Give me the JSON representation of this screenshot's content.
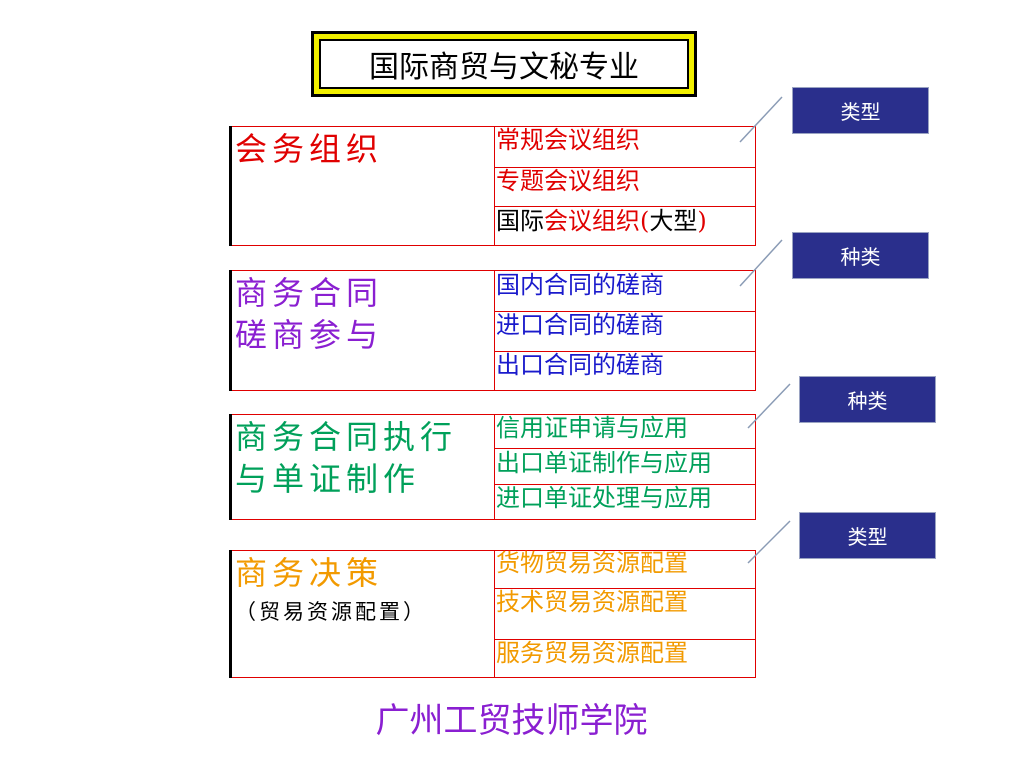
{
  "title": "国际商贸与文秘专业",
  "colors": {
    "red": "#e00000",
    "blue": "#1a1acc",
    "purple": "#8a1fd1",
    "green": "#00a05a",
    "orange": "#f29a00",
    "tag_bg": "#2a2f8c",
    "footer": "#8a1fd1"
  },
  "blocks": [
    {
      "heading_lines": [
        "会务组织"
      ],
      "items": [
        {
          "parts": [
            {
              "text": "常规会议组织",
              "color": "red"
            }
          ]
        },
        {
          "parts": [
            {
              "text": "专题会议组织",
              "color": "red"
            }
          ]
        },
        {
          "parts": [
            {
              "text": "国际",
              "color": "black"
            },
            {
              "text": "会议组织",
              "color": "red"
            },
            {
              "text": "(",
              "color": "red"
            },
            {
              "text": "大型",
              "color": "black"
            },
            {
              "text": ")",
              "color": "red"
            }
          ]
        }
      ]
    },
    {
      "heading_lines": [
        "商务合同",
        "磋商参与"
      ],
      "items": [
        {
          "parts": [
            {
              "text": "国内合同的磋商",
              "color": "blue"
            }
          ]
        },
        {
          "parts": [
            {
              "text": "进口合同的磋商",
              "color": "blue"
            }
          ]
        },
        {
          "parts": [
            {
              "text": "出口合同的磋商",
              "color": "blue"
            }
          ]
        }
      ]
    },
    {
      "heading_lines": [
        "商务合同执行",
        "与单证制作"
      ],
      "items": [
        {
          "parts": [
            {
              "text": "信用证申请与应用",
              "color": "green"
            }
          ]
        },
        {
          "parts": [
            {
              "text": "出口单证制作与应用",
              "color": "green"
            }
          ]
        },
        {
          "parts": [
            {
              "text": "进口单证处理与应用",
              "color": "green"
            }
          ]
        }
      ]
    },
    {
      "heading_lines": [
        "商务决策"
      ],
      "subheading": "（贸易资源配置）",
      "items": [
        {
          "parts": [
            {
              "text": "货物贸易资源配置",
              "color": "orange"
            }
          ]
        },
        {
          "parts": [
            {
              "text": "技术贸易资源配置",
              "color": "orange"
            }
          ]
        },
        {
          "parts": [
            {
              "text": "服务贸易资源配置",
              "color": "orange"
            }
          ]
        }
      ]
    }
  ],
  "tags": [
    "类型",
    "种类",
    "种类",
    "类型"
  ],
  "footer": "广州工贸技师学院"
}
